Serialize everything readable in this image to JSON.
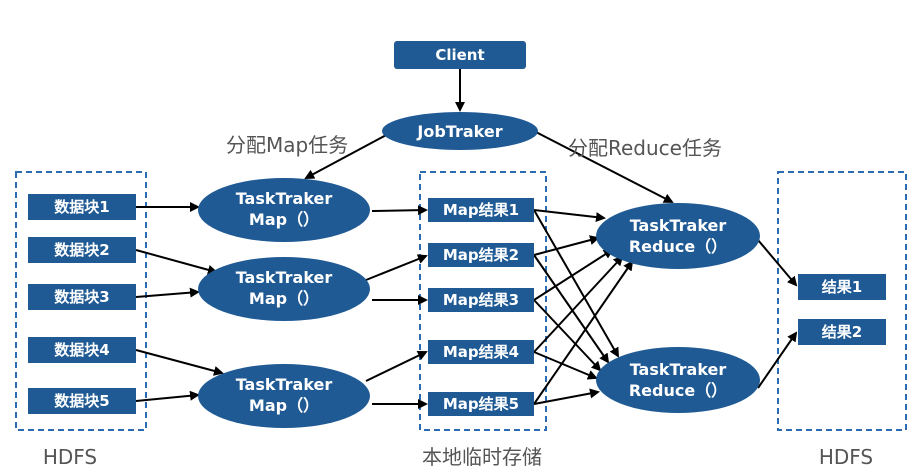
{
  "client": {
    "label": "Client"
  },
  "jobtracker": {
    "label": "JobTraker"
  },
  "assign_map": "分配Map任务",
  "assign_reduce": "分配Reduce任务",
  "hdfs_blocks": [
    "数据块1",
    "数据块2",
    "数据块3",
    "数据块4",
    "数据块5"
  ],
  "map_tasks": [
    {
      "line1": "TaskTraker",
      "line2": "Map（）"
    },
    {
      "line1": "TaskTraker",
      "line2": "Map（）"
    },
    {
      "line1": "TaskTraker",
      "line2": "Map（）"
    }
  ],
  "map_results": [
    "Map结果1",
    "Map结果2",
    "Map结果3",
    "Map结果4",
    "Map结果5"
  ],
  "reduce_tasks": [
    {
      "line1": "TaskTraker",
      "line2": "Reduce（）"
    },
    {
      "line1": "TaskTraker",
      "line2": "Reduce（）"
    }
  ],
  "results": [
    "结果1",
    "结果2"
  ],
  "bottom_labels": {
    "hdfs_left": "HDFS",
    "local_storage": "本地临时存储",
    "hdfs_right": "HDFS"
  },
  "colors": {
    "node_fill": "#1f5a94",
    "dash_border": "#2b6cb0",
    "arrow": "#000000"
  }
}
